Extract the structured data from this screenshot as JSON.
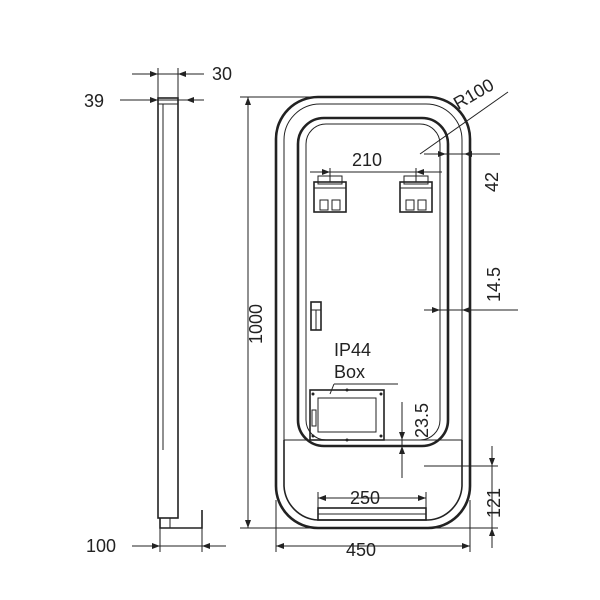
{
  "dimensions": {
    "side_top_30": "30",
    "side_top_39": "39",
    "side_bottom_100": "100",
    "height_1000": "1000",
    "radius": "R100",
    "hook_spacing_210": "210",
    "top_offset_42": "42",
    "side_offset_14_5": "14.5",
    "box_offset_23_5": "23.5",
    "bottom_121": "121",
    "bottom_width_250": "250",
    "width_450": "450"
  },
  "labels": {
    "ip44": "IP44",
    "box": "Box"
  }
}
